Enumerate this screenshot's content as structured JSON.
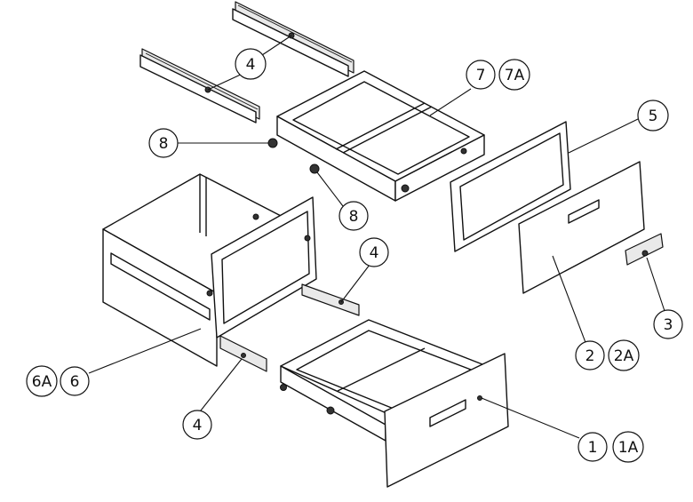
{
  "callouts": {
    "slide_top": "4",
    "drawer_upper_a": "7",
    "drawer_upper_b": "7A",
    "glide_upper": "8",
    "glide_lower": "8",
    "frame": "5",
    "slide_mid": "4",
    "cabinet_a": "6A",
    "cabinet_b": "6",
    "front_panel_a": "2",
    "front_panel_b": "2A",
    "handle": "3",
    "slide_bottom": "4",
    "drawer_lower_a": "1",
    "drawer_lower_b": "1A"
  }
}
